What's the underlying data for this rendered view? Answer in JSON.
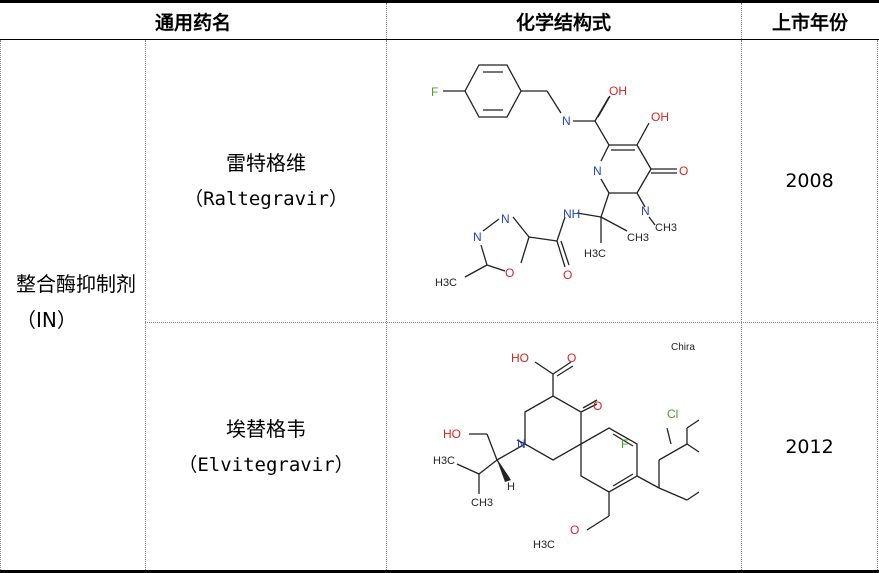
{
  "header": {
    "generic_name": "通用药名",
    "structure": "化学结构式",
    "year": "上市年份"
  },
  "category": {
    "label": "整合酶抑制剂（IN）"
  },
  "rows": [
    {
      "name_cn": "雷特格维",
      "name_en": "（Raltegravir）",
      "year": "2008",
      "structure_labels": {
        "fluoro": "F",
        "oh": "OH",
        "n_imine": "N",
        "oh2": "OH",
        "oxo": "O",
        "n_ring1": "N",
        "n_ring2": "N",
        "methyl_n": "CH3",
        "nh": "NH",
        "n_oxa1": "N",
        "n_oxa2": "N",
        "o_oxa": "O",
        "o_amide": "O",
        "h3c_a": "H3C",
        "h3c_b": "H3C",
        "ch3_c": "CH3"
      }
    },
    {
      "name_cn": "埃替格韦",
      "name_en": "（Elvitegravir）",
      "year": "2012",
      "structure_labels": {
        "chiral": "Chira",
        "ho_acid": "HO",
        "o_acid": "O",
        "o_keto": "O",
        "cl": "Cl",
        "f": "F",
        "ho": "HO",
        "n": "N",
        "h3c": "H3C",
        "h": "H",
        "ch3": "CH3",
        "o_methoxy": "O",
        "h3c_methoxy": "H3C"
      }
    }
  ]
}
